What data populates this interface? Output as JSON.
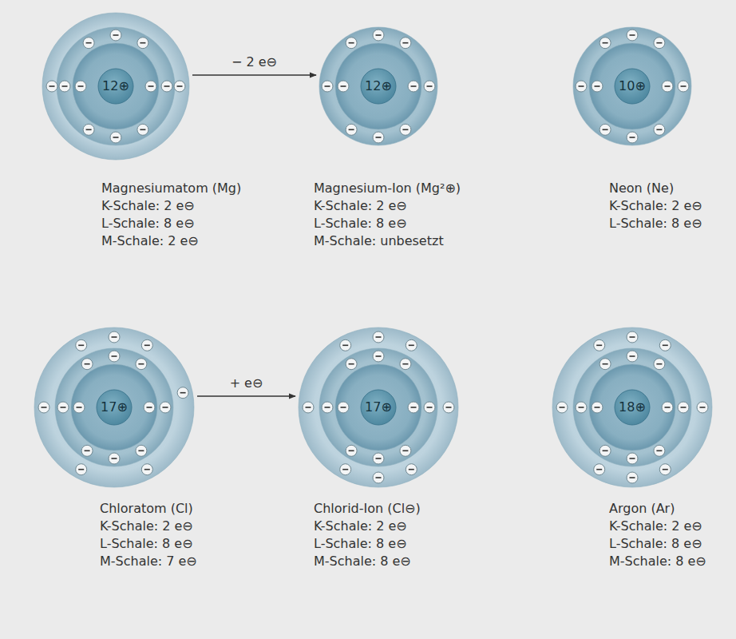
{
  "diagram": {
    "nodes": [
      {
        "text": [
          "12⊕",
          "Magnesiumatom (Mg)",
          "K-Schale: 2 e⊖",
          "L-Schale: 8 e⊖",
          "M-Schale: 2 e⊖"
        ]
      },
      {
        "text": [
          "12⊕",
          "Magnesium-Ion (Mg²⊕)",
          "K-Schale: 2 e⊖",
          "L-Schale: 8 e⊖",
          "M-Schale: unbesetzt"
        ]
      },
      {
        "text": [
          "10⊕",
          "Neon (Ne)",
          "K-Schale: 2 e⊖",
          "L-Schale: 8 e⊖"
        ]
      },
      {
        "text": [
          "17⊕",
          "Chloratom (Cl)",
          "K-Schale: 2 e⊖",
          "L-Schale: 8 e⊖",
          "M-Schale: 7 e⊖"
        ]
      },
      {
        "text": [
          "17⊕",
          "Chlorid-Ion (Cl⊖)",
          "K-Schale: 2 e⊖",
          "L-Schale: 8 e⊖",
          "M-Schale: 8 e⊖"
        ]
      },
      {
        "text": [
          "18⊕",
          "Argon (Ar)",
          "K-Schale: 2 e⊖",
          "L-Schale: 8 e⊖",
          "M-Schale: 8 e⊖"
        ]
      }
    ],
    "edges": [
      {
        "from": 0,
        "to": 1,
        "arrow": "to",
        "label": "− 2 e⊖"
      },
      {
        "from": 3,
        "to": 4,
        "arrow": "to",
        "label": "+ e⊖"
      }
    ]
  }
}
